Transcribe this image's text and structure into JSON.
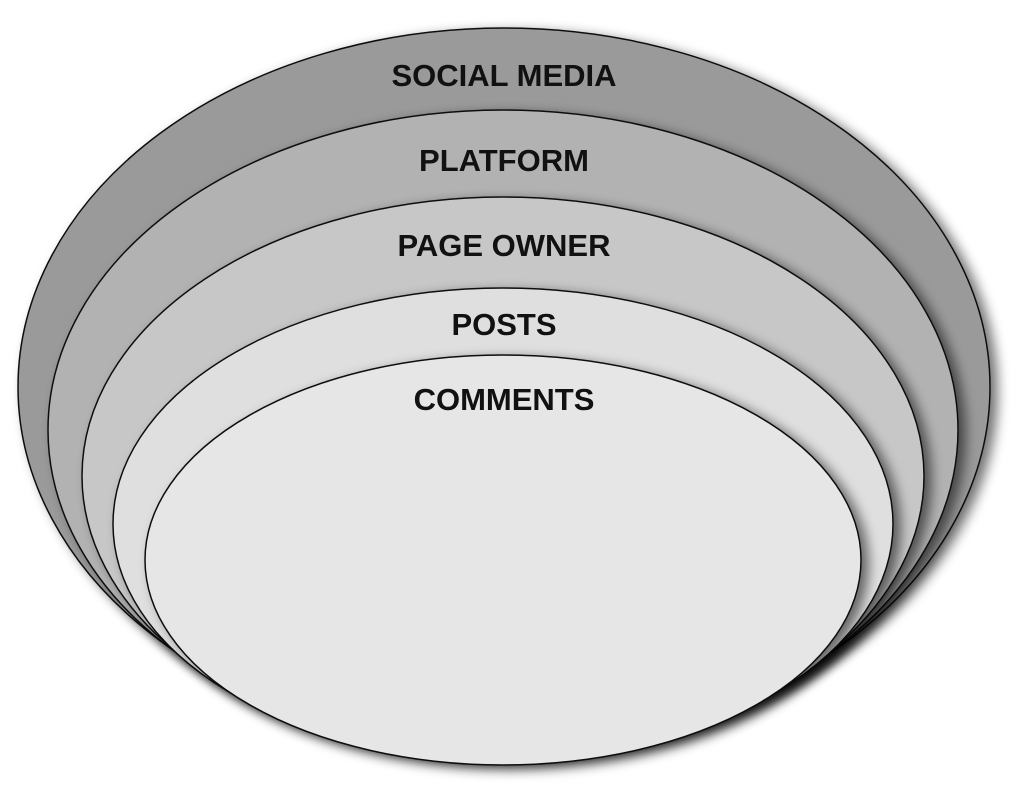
{
  "diagram": {
    "layers": [
      {
        "label": "SOCIAL MEDIA",
        "color": "#9a9a9a"
      },
      {
        "label": "PLATFORM",
        "color": "#b2b2b2"
      },
      {
        "label": "PAGE OWNER",
        "color": "#c7c7c7"
      },
      {
        "label": "POSTS",
        "color": "#dfdfdf"
      },
      {
        "label": "COMMENTS",
        "color": "#e6e6e6"
      }
    ]
  }
}
